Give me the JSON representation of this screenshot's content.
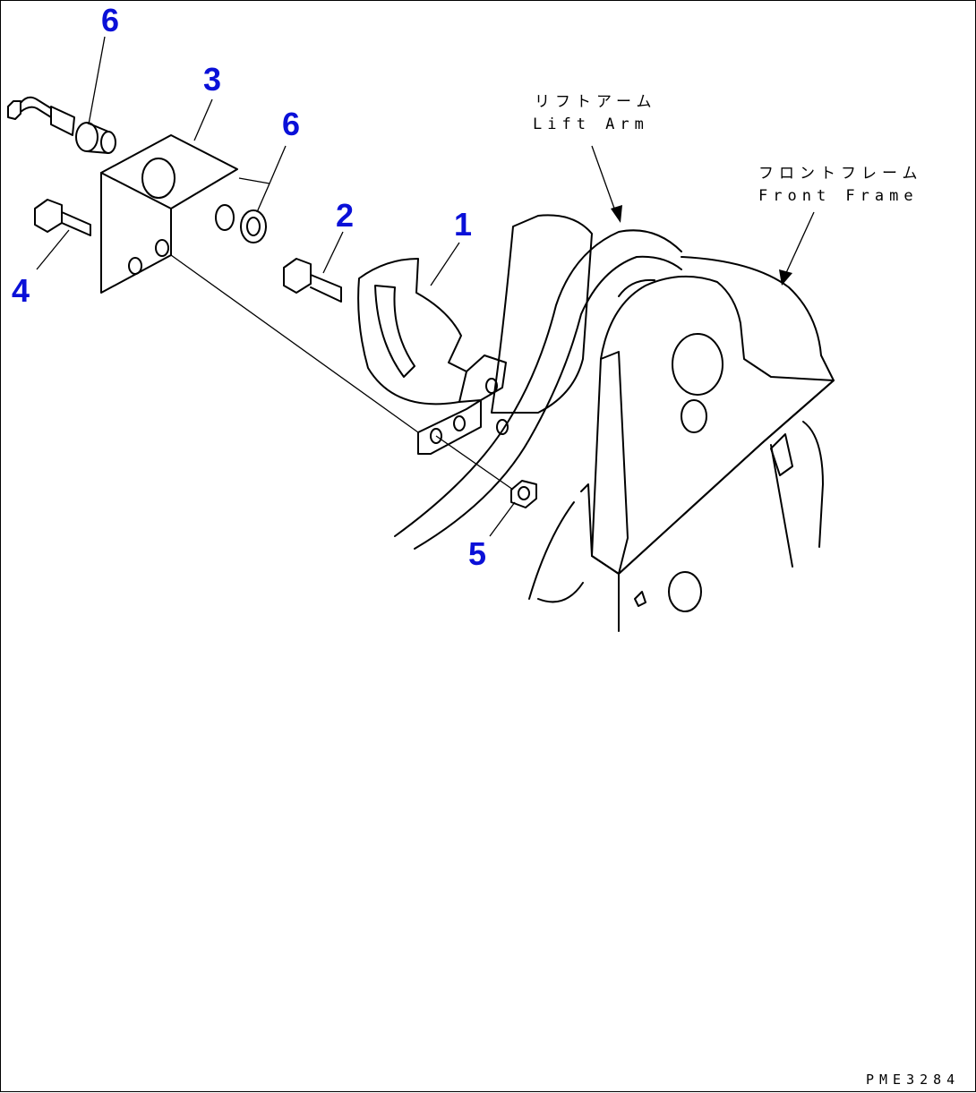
{
  "callouts": {
    "c1": "1",
    "c2": "2",
    "c3": "3",
    "c4": "4",
    "c5": "5",
    "c6a": "6",
    "c6b": "6"
  },
  "labels": {
    "lift_arm_jp": "リフトアーム",
    "lift_arm_en": "Lift Arm",
    "front_frame_jp": "フロントフレーム",
    "front_frame_en": "Front Frame"
  },
  "drawing_code": "PME3284",
  "callout_color": "#0a10d8"
}
